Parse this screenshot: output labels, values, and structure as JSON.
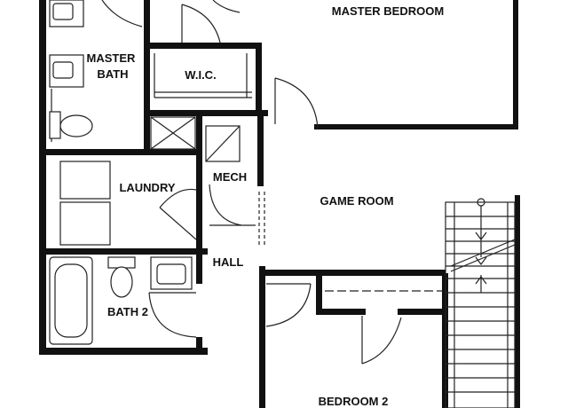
{
  "floorplan": {
    "rooms": {
      "master_bedroom": "MASTER BEDROOM",
      "master_bath_line1": "MASTER",
      "master_bath_line2": "BATH",
      "wic": "W.I.C.",
      "laundry": "LAUNDRY",
      "mech": "MECH",
      "game_room": "GAME ROOM",
      "hall": "HALL",
      "bath2": "BATH 2",
      "bedroom2": "BEDROOM 2"
    },
    "colors": {
      "wall": "#111111",
      "line": "#222222",
      "fixture_fill": "#ffffff",
      "background": "#ffffff"
    }
  }
}
